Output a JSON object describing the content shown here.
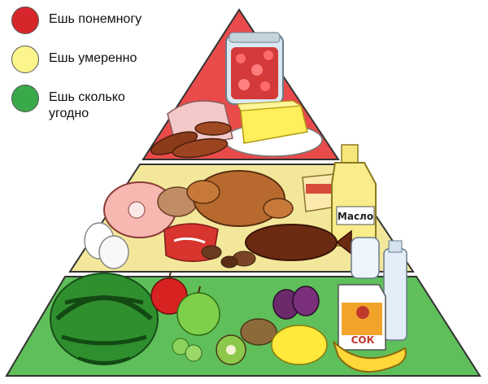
{
  "legend": {
    "items": [
      {
        "label": "Ешь понемногу",
        "color": "#d7262b"
      },
      {
        "label": "Ешь умеренно",
        "color": "#fbf58c"
      },
      {
        "label": "Ешь сколько угодно",
        "color": "#3aa94a"
      }
    ]
  },
  "pyramid": {
    "tiers": [
      {
        "name": "top",
        "color": "#e94b4b"
      },
      {
        "name": "middle",
        "color": "#f3e79b"
      },
      {
        "name": "bottom",
        "color": "#5fbf5a"
      }
    ],
    "labels": {
      "oil": "Масло",
      "juice": "СОК"
    }
  },
  "icons": [
    "jar-icon",
    "cheese-icon",
    "sausages-icon",
    "ham-icon",
    "chicken-icon",
    "butter-icon",
    "oil-bottle-icon",
    "steak-icon",
    "eggs-icon",
    "fish-icon",
    "nuts-icon",
    "watermelon-icon",
    "apples-icon",
    "plums-icon",
    "kiwi-icon",
    "lemon-icon",
    "banana-icon",
    "milk-bottle-icon",
    "juice-carton-icon",
    "gooseberries-icon"
  ]
}
